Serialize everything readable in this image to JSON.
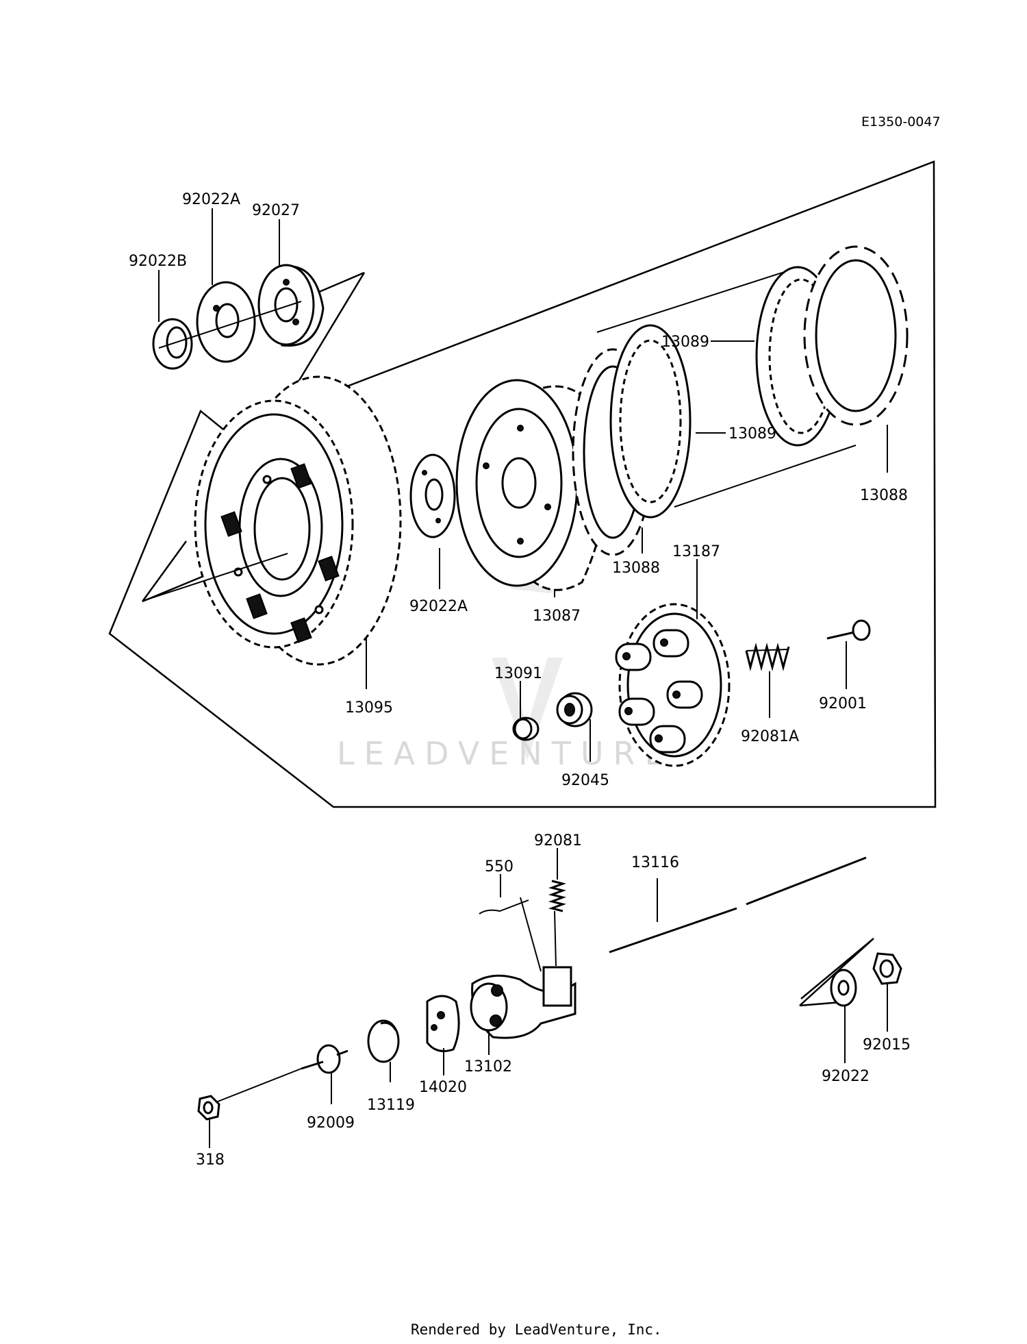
{
  "drawing": {
    "reference_code": "E1350-0047",
    "watermark": "LEADVENTURE",
    "footer": "Rendered by LeadVenture, Inc."
  },
  "parts": {
    "p92022B": "92022B",
    "p92022A_top": "92022A",
    "p92027": "92027",
    "p92022A_mid": "92022A",
    "p13095": "13095",
    "p13087": "13087",
    "p13089_a": "13089",
    "p13089_b": "13089",
    "p13088_a": "13088",
    "p13088_b": "13088",
    "p13187": "13187",
    "p13091": "13091",
    "p92045": "92045",
    "p92081A": "92081A",
    "p92001": "92001",
    "p550": "550",
    "p92081": "92081",
    "p13116": "13116",
    "p13102": "13102",
    "p14020": "14020",
    "p13119": "13119",
    "p92009": "92009",
    "p318": "318",
    "p92022": "92022",
    "p92015": "92015"
  }
}
